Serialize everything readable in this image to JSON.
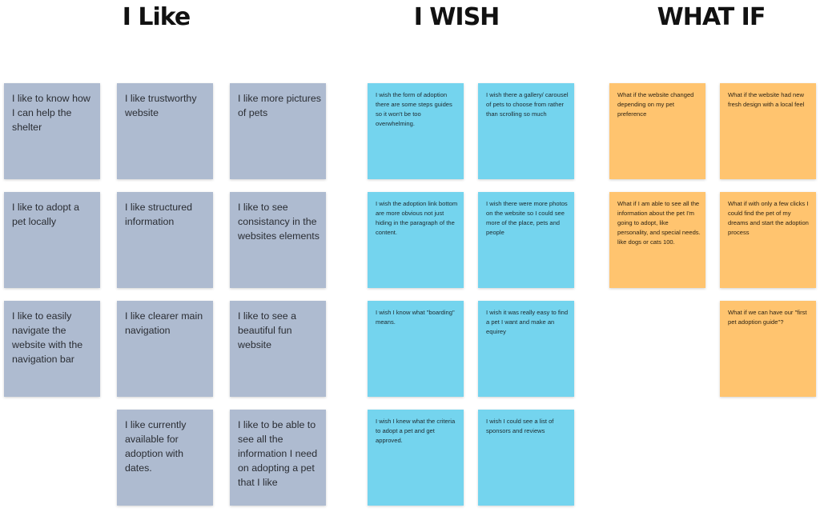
{
  "headings": {
    "like": "I Like",
    "wish": "I WISH",
    "whatif": "WHAT IF"
  },
  "colors": {
    "like_note": "#aebbd0",
    "wish_note": "#74d4ee",
    "whatif_note": "#ffc46f",
    "heading_text": "#111111"
  },
  "like_notes": [
    "I like to know how I can help the shelter",
    "I like trustworthy website",
    "I like more pictures of pets",
    "I like to adopt a pet locally",
    "I like structured information",
    "I like to see consistancy in the websites elements",
    "I like to easily navigate the website with the navigation bar",
    "I like clearer main navigation",
    "I like to see a beautiful fun website",
    "I like currently available for adoption with dates.",
    "I like to be able to see all the information I need on adopting a pet that I like"
  ],
  "wish_notes": [
    "I wish the form of adoption there are some steps guides so it won't be too overwhelming.",
    "I wish there a gallery/ carousel of pets to choose from rather than scrolling so much",
    "I wish the adoption link bottom are more obvious not just hiding in the paragraph of the content.",
    "I wish there were more photos on the website so I could see more of the place, pets and people",
    "I wish I know what \"boarding\" means.",
    "I wish it was really easy to find a pet I want and make an equirey",
    "I wish I knew what the criteria to adopt a pet and get approved.",
    "I wish I could see a list of sponsors and reviews"
  ],
  "whatif_notes": [
    "What if the website changed depending on my pet preference",
    "What if the website had new fresh design with a local feel",
    "What if I am able to see all the information about the pet I'm going to adopt, like personality, and special needs. like dogs or cats 100.",
    "What if with only a few clicks I could find the pet of my dreams and start the adoption process",
    "What if we can have our \"first pet adoption guide\"?"
  ]
}
